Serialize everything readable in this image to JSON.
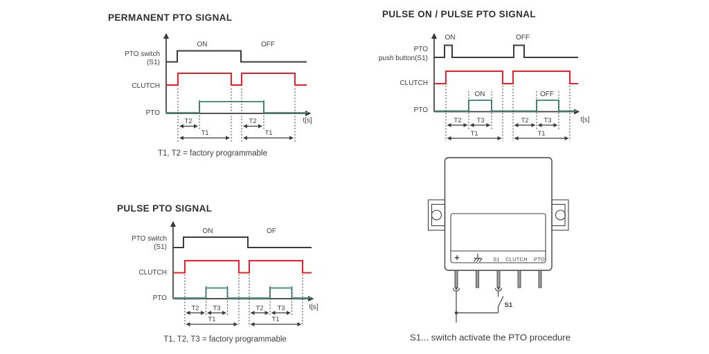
{
  "colors": {
    "signal_black": "#3a3a3a",
    "clutch_red": "#ef1e26",
    "pto_green": "#4e9181",
    "text": "#3d3d3c"
  },
  "permanent": {
    "title": "PERMANENT PTO SIGNAL",
    "switch_line1": "PTO switch",
    "switch_line2": "(S1)",
    "clutch": "CLUTCH",
    "pto": "PTO",
    "on": "ON",
    "off": "OFF",
    "t1": "T1",
    "t2": "T2",
    "t_axis": "t[s]",
    "caption": "T1, T2 =  factory programmable"
  },
  "pulse": {
    "title": "PULSE PTO SIGNAL",
    "switch_line1": "PTO switch",
    "switch_line2": "(S1)",
    "clutch": "CLUTCH",
    "pto": "PTO",
    "on": "ON",
    "off": "OF",
    "t1": "T1",
    "t2": "T2",
    "t3": "T3",
    "t_axis": "t[s]",
    "caption": "T1, T2, T3 =  factory programmable"
  },
  "pulse_on": {
    "title": "PULSE ON / PULSE PTO SIGNAL",
    "switch_line1": "PTO",
    "switch_line2": "push button(S1)",
    "clutch": "CLUTCH",
    "pto": "PTO",
    "btn_on": "ON",
    "btn_off": "OFF",
    "pto_on": "ON",
    "pto_off": "OFF",
    "t1": "T1",
    "t2": "T2",
    "t3": "T3",
    "t_axis": "t[s]"
  },
  "device": {
    "terminal_plus": "+",
    "terminal_s1": "S1",
    "terminal_clutch": "CLUTCH",
    "terminal_pto": "PTO",
    "switch_label": "S1",
    "caption": "S1... switch activate the PTO procedure"
  }
}
